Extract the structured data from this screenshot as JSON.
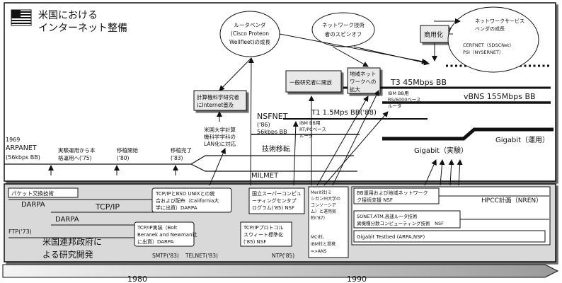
{
  "title": {
    "line1": "米国における",
    "line2": "インターネット整備"
  },
  "networks": {
    "arpanet_year": "1969",
    "arpanet": "ARPANET",
    "arpanet_speed": "(56kbps BB)",
    "milnet": "MILMET",
    "nsfnet": "NSFNET",
    "nsfnet_year": "('86)",
    "nsfnet_speed": "56kbps BB",
    "t1": "T1 1.5Mps BB('88)",
    "t3": "T3 45Mbps BB",
    "vbns": "vBNS 155Mbps BB",
    "gigabit_ops": "Gigabit（運用）",
    "gigabit_exp": "Gigabit（実験）",
    "transition": "技術移転"
  },
  "events": {
    "practical_1": "実験運用から本",
    "practical_2": "格運用へ('75)",
    "migration_start": "移植開始",
    "migration_start_year": "('80)",
    "migration_done": "移植完了",
    "migration_done_year": "('83)",
    "univ_lan_1": "米国大学計算",
    "univ_lan_2": "機科学学科の",
    "univ_lan_3": "LAN化に対応",
    "ibm_rt_1": "IBM BB用",
    "ibm_rt_2": "RT/PCベース",
    "ibm_rt_3": "ルータ",
    "ibm_rs_1": "IBM BB用",
    "ibm_rs_2": "RS/6000ベース",
    "ibm_rs_3": "ルータ"
  },
  "boxes": {
    "cs_1": "計算機科学研究者",
    "cs_2": "にInternet普及",
    "open_general": "一般研究者に開放",
    "regional_1": "地域ネット",
    "regional_2": "ワークへの",
    "regional_3": "拡大",
    "commercial": "商用化"
  },
  "bubbles": {
    "router_1": "ルータベンダ",
    "router_2": "(Cisco Proteon",
    "router_3": "Wellfleet)の成長",
    "spinoff_1": "ネットワーク技術",
    "spinoff_2": "者のスピンオフ",
    "service_1": "ネットワークサービス",
    "service_2": "ベンダの成長",
    "cerfnet": "CERFNET（SDSCNet）",
    "psi": "PSI（NYSERNET）"
  },
  "government": {
    "packet": "パケット交換技術",
    "darpa_1": "DARPA",
    "darpa_2": "DARPA",
    "tcpip": "TCP/IP",
    "ftp": "FTP('73)",
    "fed_1": "米国連邦政府に",
    "fed_2": "よる研究開発",
    "bsd_1": "TCP/IPとBSD UNIXとの統",
    "bsd_2": "合および配布（California大",
    "bsd_3": "学に出資）DARPA",
    "bbn_1": "TCP/IP実装（Bolt",
    "bbn_2": "Beranek and Newman社",
    "bbn_3": "に出資）DARPA",
    "smtp": "SMTP('83)",
    "telnet": "TELNET('83)",
    "super_1": "国立スーパーコンピュ",
    "super_2": "ーティングセンタプ",
    "super_3": "ログラム('85) NSF",
    "std_1": "TCP/IPプロトコル",
    "std_2": "スウィート標準化",
    "std_3": "('85) NSF",
    "ntp": "NTP('85)",
    "merit_1": "Merit社(ミ",
    "merit_2": "シガン州大学の",
    "merit_3": "コンソーシア",
    "merit_4": "ム）と運用契",
    "merit_5": "約('87)",
    "mci_1": "MCI社、",
    "mci_2": "IBM社と提携",
    "mci_3": "=>ANS",
    "bb_support_1": "BB運用および地域ネットワーク",
    "bb_support_2": "ク接続支援 NSF",
    "hpcc": "HPCC計画（NREN）",
    "sonet_1": "SONET,ATM,高速ルータ技術",
    "sonet_2": "異機種分散コンピューティング技術　NSF",
    "testbed": "Gigabit Testbed (ARPA,NSF)"
  },
  "timeline": {
    "y1980": "1980",
    "y1990": "1990"
  }
}
